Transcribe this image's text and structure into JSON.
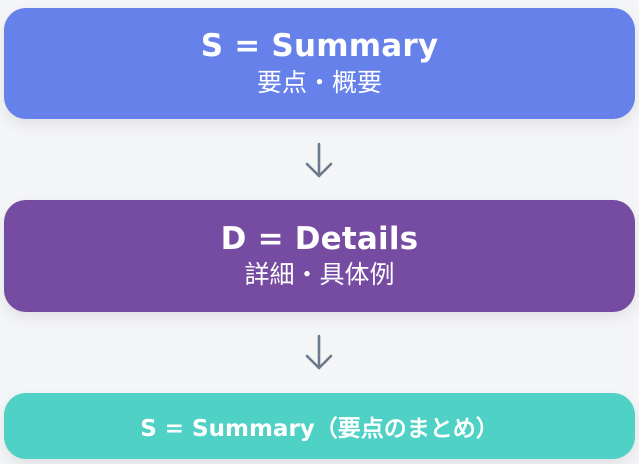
{
  "steps": {
    "summary": {
      "title": "S = Summary",
      "subtitle": "要点・概要",
      "color": "#6681ea"
    },
    "details": {
      "title": "D = Details",
      "subtitle": "詳細・具体例",
      "color": "#764ba2"
    },
    "closing": {
      "label": "S = Summary（要点のまとめ）",
      "color": "#4fd1c5"
    }
  },
  "connectors": {
    "icon": "arrow-down-icon",
    "color": "#6b7a8c"
  }
}
